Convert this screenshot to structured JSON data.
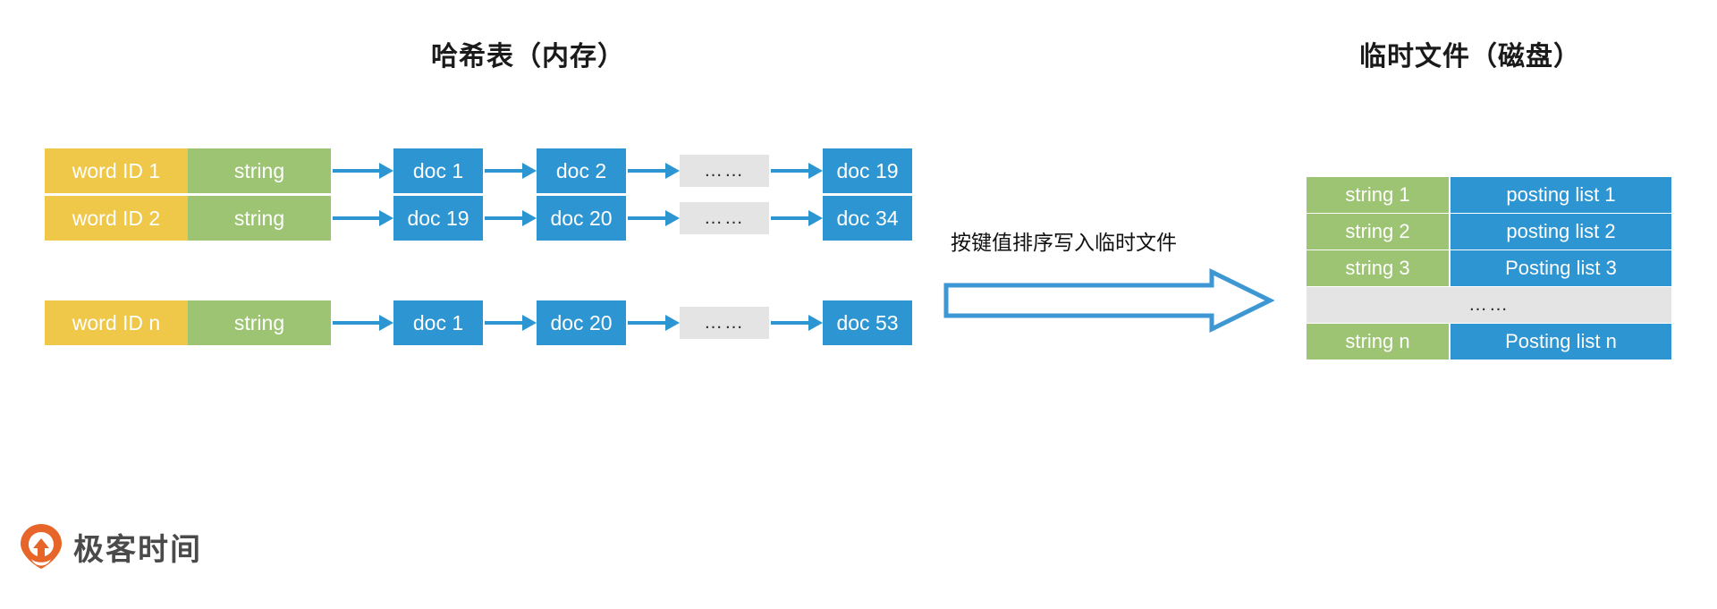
{
  "titles": {
    "left": "哈希表（内存）",
    "right": "临时文件（磁盘）"
  },
  "middle": {
    "label": "按键值排序写入临时文件",
    "arrow_icon": "block-arrow-right-icon"
  },
  "colors": {
    "yellow": "#EFC84A",
    "green": "#9CC473",
    "blue": "#2E95D3",
    "gray": "#E4E4E4",
    "logo_orange": "#E8652A",
    "text_dark": "#1a1a1a"
  },
  "hash_table": {
    "rows": [
      {
        "word_id": "word ID 1",
        "string": "string",
        "docs": [
          "doc 1",
          "doc 2",
          "……",
          "doc 19"
        ]
      },
      {
        "word_id": "word ID 2",
        "string": "string",
        "docs": [
          "doc 19",
          "doc 20",
          "……",
          "doc 34"
        ]
      },
      {
        "word_id": "word ID n",
        "string": "string",
        "docs": [
          "doc 1",
          "doc 20",
          "……",
          "doc 53"
        ]
      }
    ]
  },
  "disk_table": {
    "rows": [
      {
        "key": "string 1",
        "value": "posting list 1",
        "type": "data"
      },
      {
        "key": "string 2",
        "value": "posting list 2",
        "type": "data"
      },
      {
        "key": "string 3",
        "value": "Posting list 3",
        "type": "data"
      },
      {
        "key": "……",
        "value": "",
        "type": "ellipsis"
      },
      {
        "key": "string n",
        "value": "Posting list n",
        "type": "data"
      }
    ]
  },
  "logo": {
    "text": "极客时间",
    "mark": "geektime-pin-icon"
  }
}
